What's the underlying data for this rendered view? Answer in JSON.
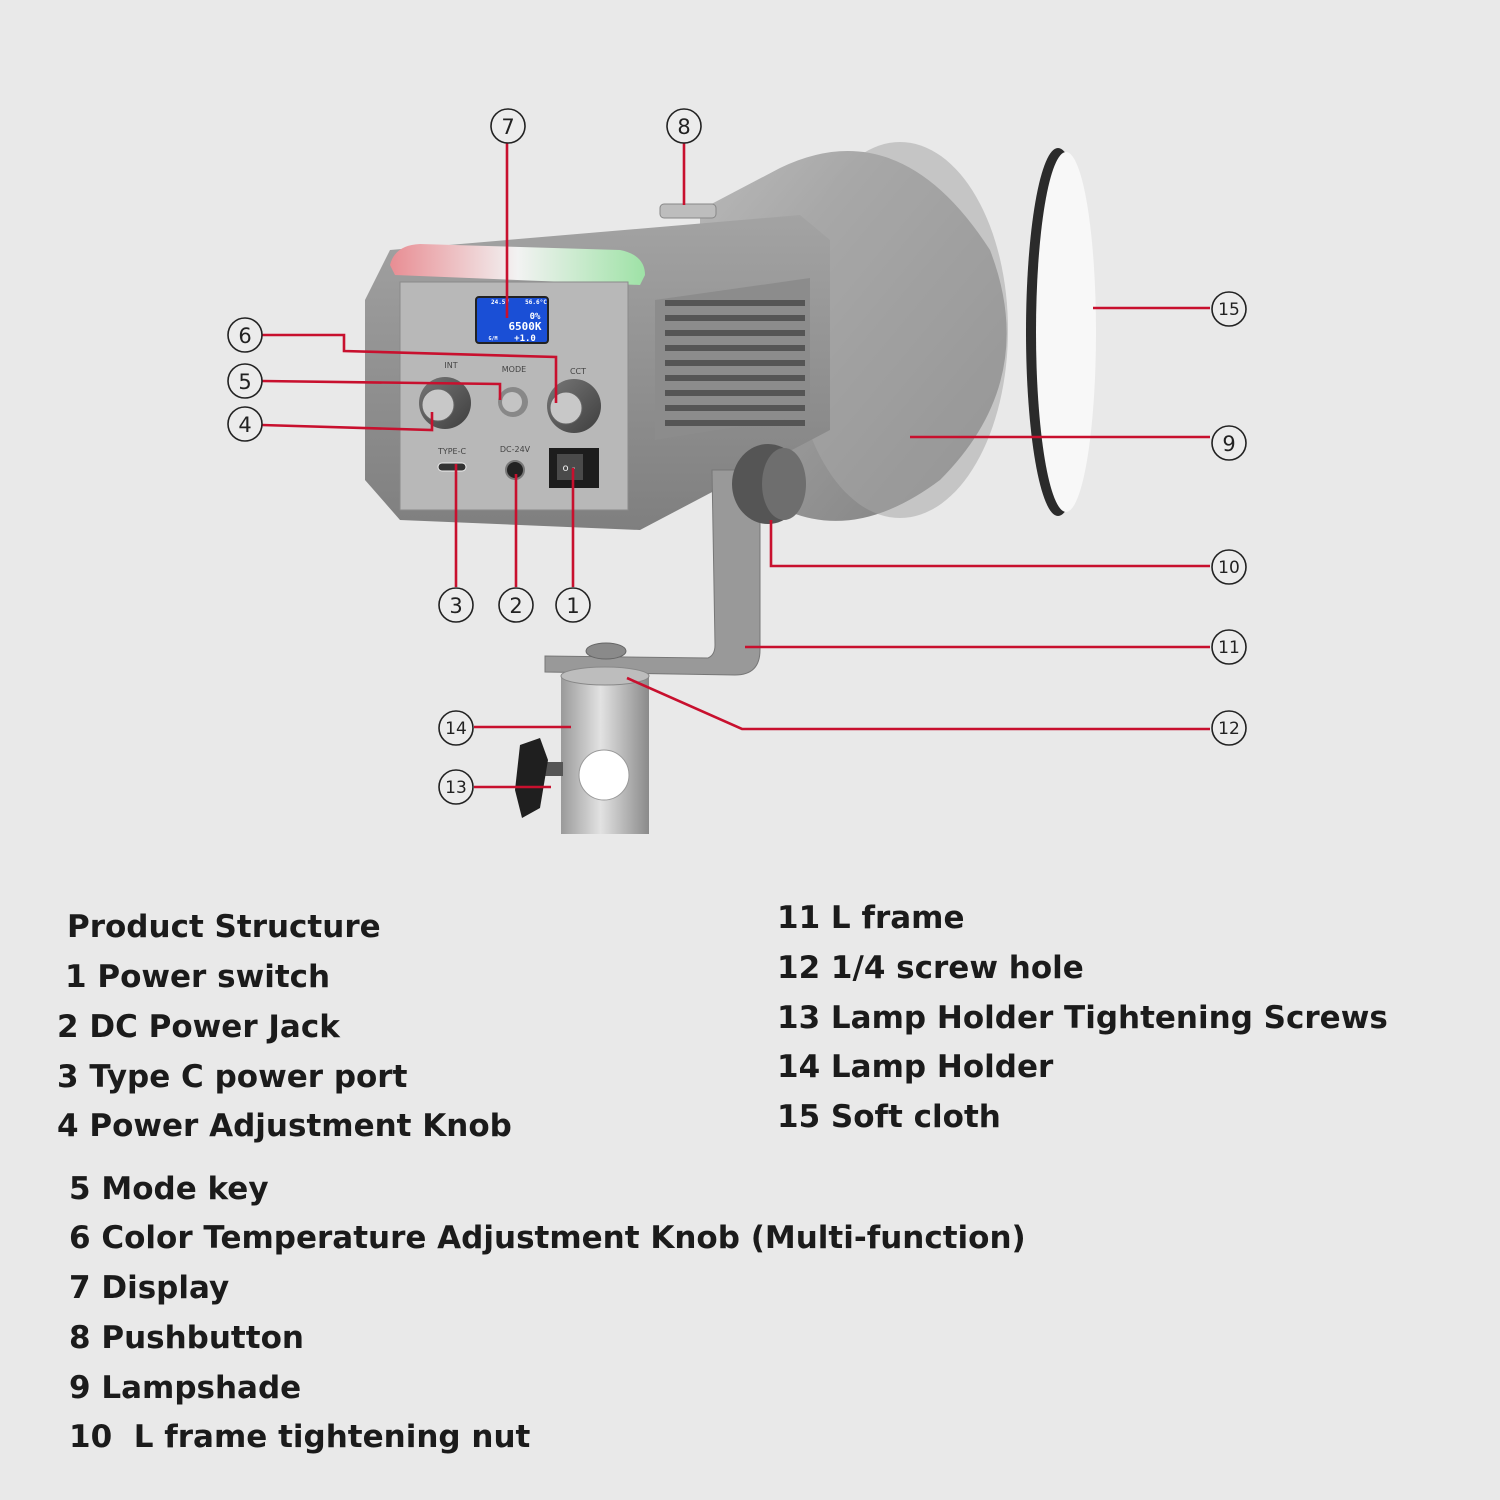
{
  "callouts": [
    "1",
    "2",
    "3",
    "4",
    "5",
    "6",
    "7",
    "8",
    "9",
    "10",
    "11",
    "12",
    "13",
    "14",
    "15"
  ],
  "panel": {
    "int_label": "INT",
    "mode_label": "MODE",
    "cct_label": "CCT",
    "typec_label": "TYPE-C",
    "dc_label": "DC-24V"
  },
  "display": {
    "value_left": "24.5V",
    "value_right": "56.6°C",
    "percent": "0%",
    "kelvin": "6500K",
    "gm_label": "G/M",
    "gm_value": "+1.0"
  },
  "legend": {
    "heading": "Product Structure",
    "items": [
      "1 Power switch",
      "2 DC Power Jack",
      "3 Type C power port",
      "4 Power Adjustment Knob",
      "5 Mode key",
      "6 Color Temperature Adjustment Knob (Multi-function)",
      "7 Display",
      "8 Pushbutton",
      "9 Lampshade",
      "10  L frame tightening nut",
      "11 L frame",
      "12 1/4 screw hole",
      "13 Lamp Holder Tightening Screws",
      "14 Lamp Holder",
      "15 Soft cloth"
    ]
  },
  "colors": {
    "background": "#e9e9e9",
    "leader_line": "#c8102e",
    "body": "#8e8e8e",
    "display": "#1a4fd6"
  }
}
